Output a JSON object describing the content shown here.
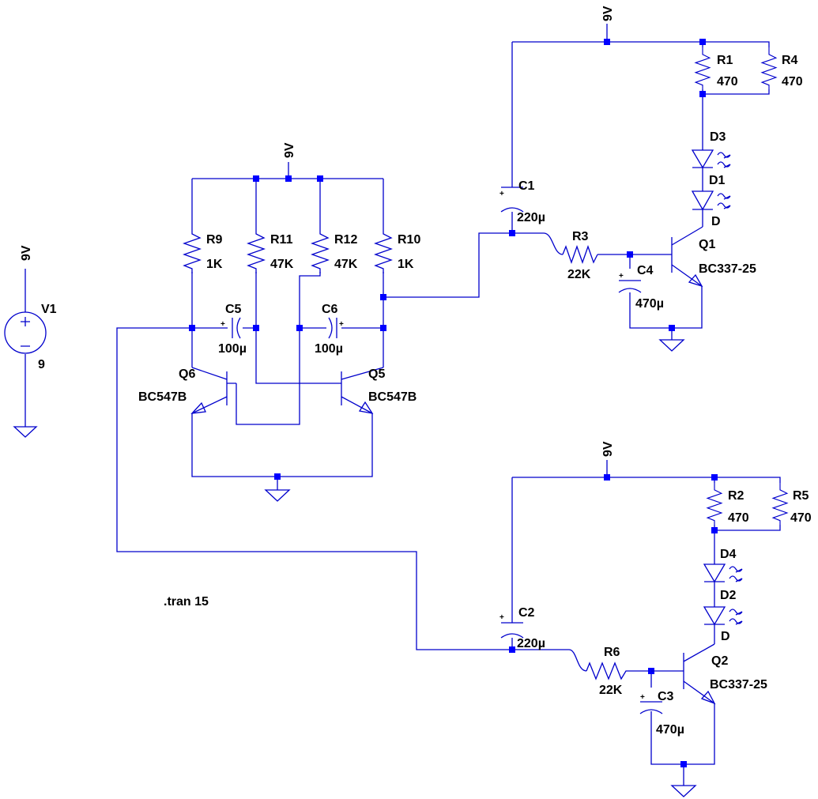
{
  "directive": ".tran 15",
  "net_label": "9V",
  "plus_sign": "+",
  "components": {
    "V1": {
      "name": "V1",
      "value": "9"
    },
    "R1": {
      "name": "R1",
      "value": "470"
    },
    "R2": {
      "name": "R2",
      "value": "470"
    },
    "R3": {
      "name": "R3",
      "value": "22K"
    },
    "R4": {
      "name": "R4",
      "value": "470"
    },
    "R5": {
      "name": "R5",
      "value": "470"
    },
    "R6": {
      "name": "R6",
      "value": "22K"
    },
    "R9": {
      "name": "R9",
      "value": "1K"
    },
    "R10": {
      "name": "R10",
      "value": "1K"
    },
    "R11": {
      "name": "R11",
      "value": "47K"
    },
    "R12": {
      "name": "R12",
      "value": "47K"
    },
    "C1": {
      "name": "C1",
      "value": "220µ"
    },
    "C2": {
      "name": "C2",
      "value": "220µ"
    },
    "C3": {
      "name": "C3",
      "value": "470µ"
    },
    "C4": {
      "name": "C4",
      "value": "470µ"
    },
    "C5": {
      "name": "C5",
      "value": "100µ"
    },
    "C6": {
      "name": "C6",
      "value": "100µ"
    },
    "Q1": {
      "name": "Q1",
      "value": "BC337-25"
    },
    "Q2": {
      "name": "Q2",
      "value": "BC337-25"
    },
    "Q5": {
      "name": "Q5",
      "value": "BC547B"
    },
    "Q6": {
      "name": "Q6",
      "value": "BC547B"
    },
    "D1": {
      "name": "D1",
      "value": "D"
    },
    "D2": {
      "name": "D2",
      "value": "D"
    },
    "D3": {
      "name": "D3"
    },
    "D4": {
      "name": "D4"
    }
  },
  "colors": {
    "wire": "#0000cc",
    "junction": "#0000ff",
    "symbol": "#000000",
    "background": "#ffffff"
  }
}
